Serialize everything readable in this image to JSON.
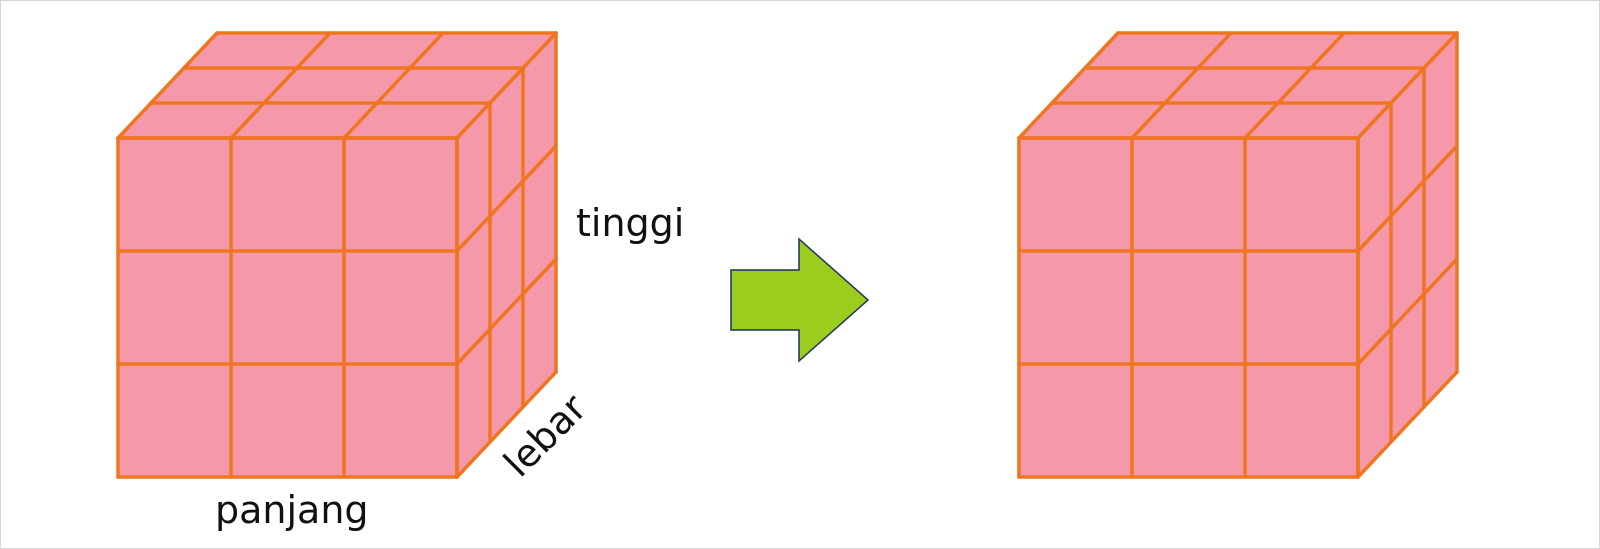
{
  "labels": {
    "length": "panjang",
    "width": "lebar",
    "height": "tinggi"
  },
  "cube": {
    "units_per_edge": 3,
    "colors": {
      "face": "#f598aa",
      "edge": "#f0751f"
    }
  },
  "arrow": {
    "direction": "right",
    "colors": {
      "fill": "#9acd1e",
      "stroke": "#1f2f5a"
    }
  }
}
